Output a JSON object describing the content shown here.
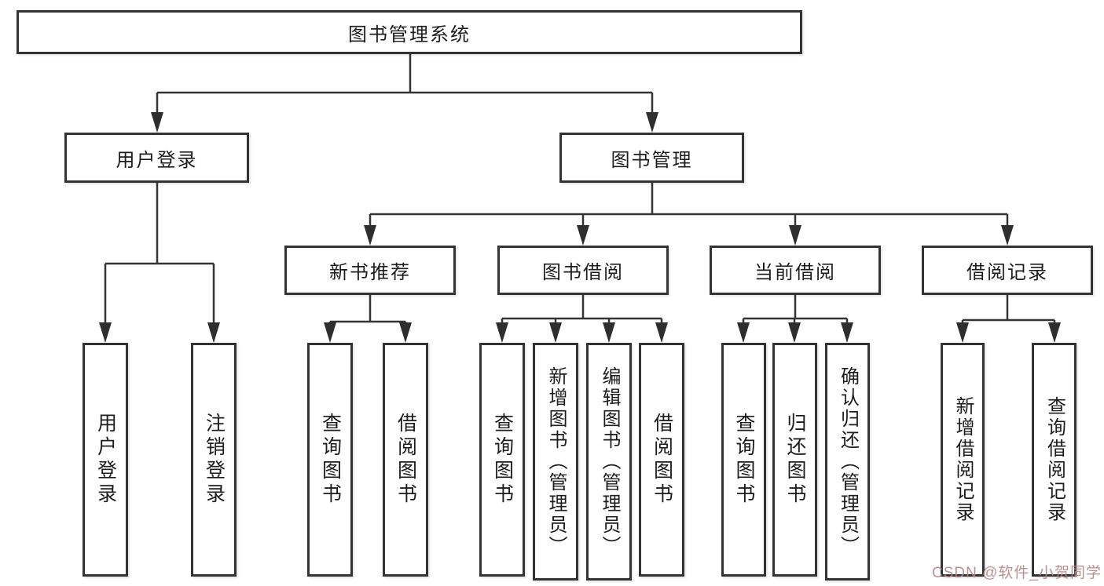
{
  "tree": {
    "root": {
      "label": "图书管理系统"
    },
    "branches": [
      {
        "label": "用户登录",
        "leaves": [
          {
            "label": "用户登录"
          },
          {
            "label": "注销登录"
          }
        ]
      },
      {
        "label": "图书管理",
        "groups": [
          {
            "label": "新书推荐",
            "leaves": [
              {
                "label": "查询图书"
              },
              {
                "label": "借阅图书"
              }
            ]
          },
          {
            "label": "图书借阅",
            "leaves": [
              {
                "label": "查询图书"
              },
              {
                "label": "新增图书（管理员）"
              },
              {
                "label": "编辑图书（管理员）"
              },
              {
                "label": "借阅图书"
              }
            ]
          },
          {
            "label": "当前借阅",
            "leaves": [
              {
                "label": "查询图书"
              },
              {
                "label": "归还图书"
              },
              {
                "label": "确认归还（管理员）"
              }
            ]
          },
          {
            "label": "借阅记录",
            "leaves": [
              {
                "label": "新增借阅记录"
              },
              {
                "label": "查询借阅记录"
              }
            ]
          }
        ]
      }
    ]
  },
  "watermark": {
    "text": "CSDN @软件_小贺同学"
  },
  "colors": {
    "line": "#343434",
    "box_border": "#333333",
    "text": "#1d1d1d",
    "background": "#ffffff",
    "watermark": "#b2888a"
  }
}
